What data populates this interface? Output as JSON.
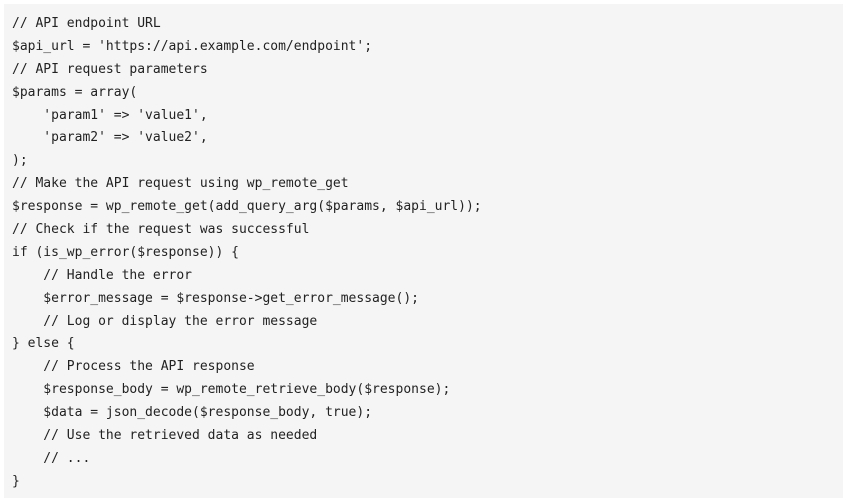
{
  "code": {
    "lines": [
      "// API endpoint URL",
      "$api_url = 'https://api.example.com/endpoint';",
      "// API request parameters",
      "$params = array(",
      "    'param1' => 'value1',",
      "    'param2' => 'value2',",
      ");",
      "// Make the API request using wp_remote_get",
      "$response = wp_remote_get(add_query_arg($params, $api_url));",
      "// Check if the request was successful",
      "if (is_wp_error($response)) {",
      "    // Handle the error",
      "    $error_message = $response->get_error_message();",
      "    // Log or display the error message",
      "} else {",
      "    // Process the API response",
      "    $response_body = wp_remote_retrieve_body($response);",
      "    $data = json_decode($response_body, true);",
      "    // Use the retrieved data as needed",
      "    // ...",
      "}"
    ]
  }
}
